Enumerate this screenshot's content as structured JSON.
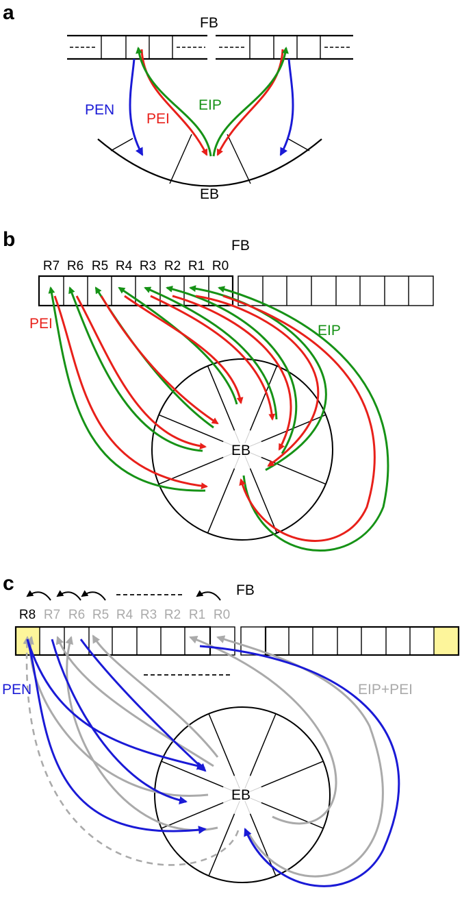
{
  "colors": {
    "pen": "#1a1ad6",
    "pei": "#e8201a",
    "eip": "#169216",
    "combined": "#aaaaaa",
    "highlight": "#fdf59b",
    "ink": "#000000",
    "muted": "#aaaaaa"
  },
  "panel_a": {
    "label": "a",
    "fb_label": "FB",
    "eb_label": "EB",
    "pen_label": "PEN",
    "pei_label": "PEI",
    "eip_label": "EIP"
  },
  "panel_b": {
    "label": "b",
    "fb_label": "FB",
    "eb_label": "EB",
    "pei_label": "PEI",
    "eip_label": "EIP",
    "registers": [
      "R7",
      "R6",
      "R5",
      "R4",
      "R3",
      "R2",
      "R1",
      "R0"
    ]
  },
  "panel_c": {
    "label": "c",
    "fb_label": "FB",
    "eb_label": "EB",
    "pen_label": "PEN",
    "combined_label": "EIP+PEI",
    "registers": [
      "R8",
      "R7",
      "R6",
      "R5",
      "R4",
      "R3",
      "R2",
      "R1",
      "R0"
    ]
  }
}
